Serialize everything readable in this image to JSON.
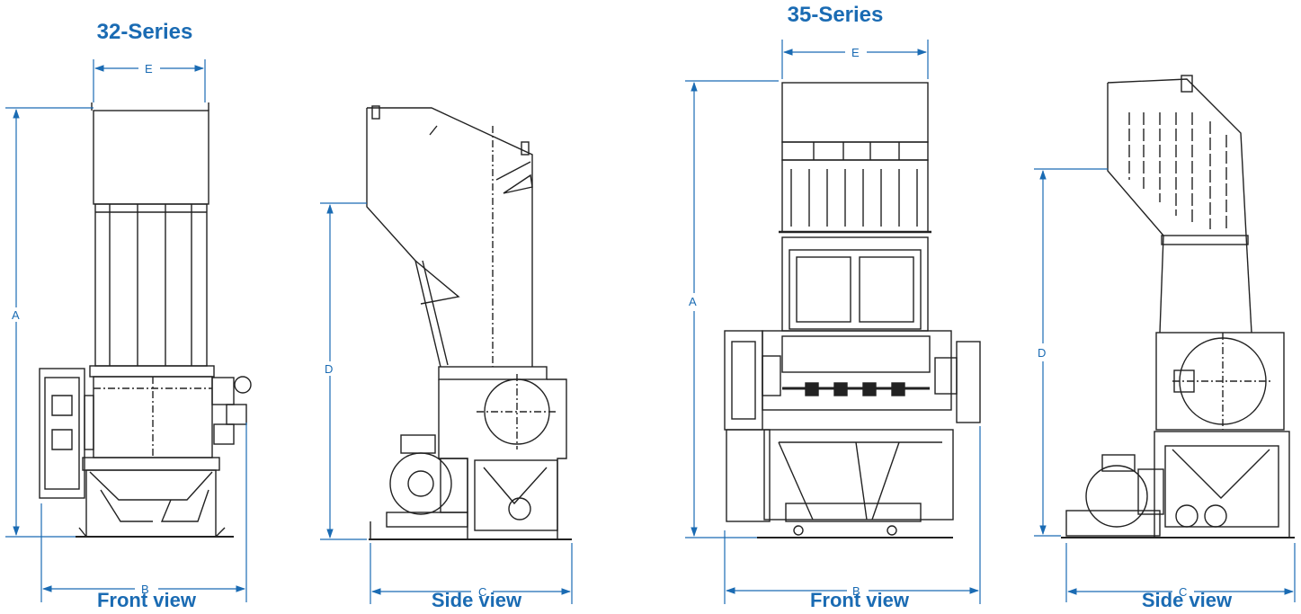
{
  "figures": [
    {
      "series_title": "32-Series",
      "front_view": {
        "label": "Front view",
        "dims": {
          "a": "A",
          "b": "B",
          "e": "E"
        }
      },
      "side_view": {
        "label": "Side view",
        "dims": {
          "c": "C",
          "d": "D"
        }
      }
    },
    {
      "series_title": "35-Series",
      "front_view": {
        "label": "Front view",
        "dims": {
          "a": "A",
          "b": "B",
          "e": "E"
        }
      },
      "side_view": {
        "label": "Side view",
        "dims": {
          "c": "C",
          "d": "D"
        }
      }
    }
  ],
  "colors": {
    "accent": "#1a6bb3",
    "linework": "#222222"
  }
}
